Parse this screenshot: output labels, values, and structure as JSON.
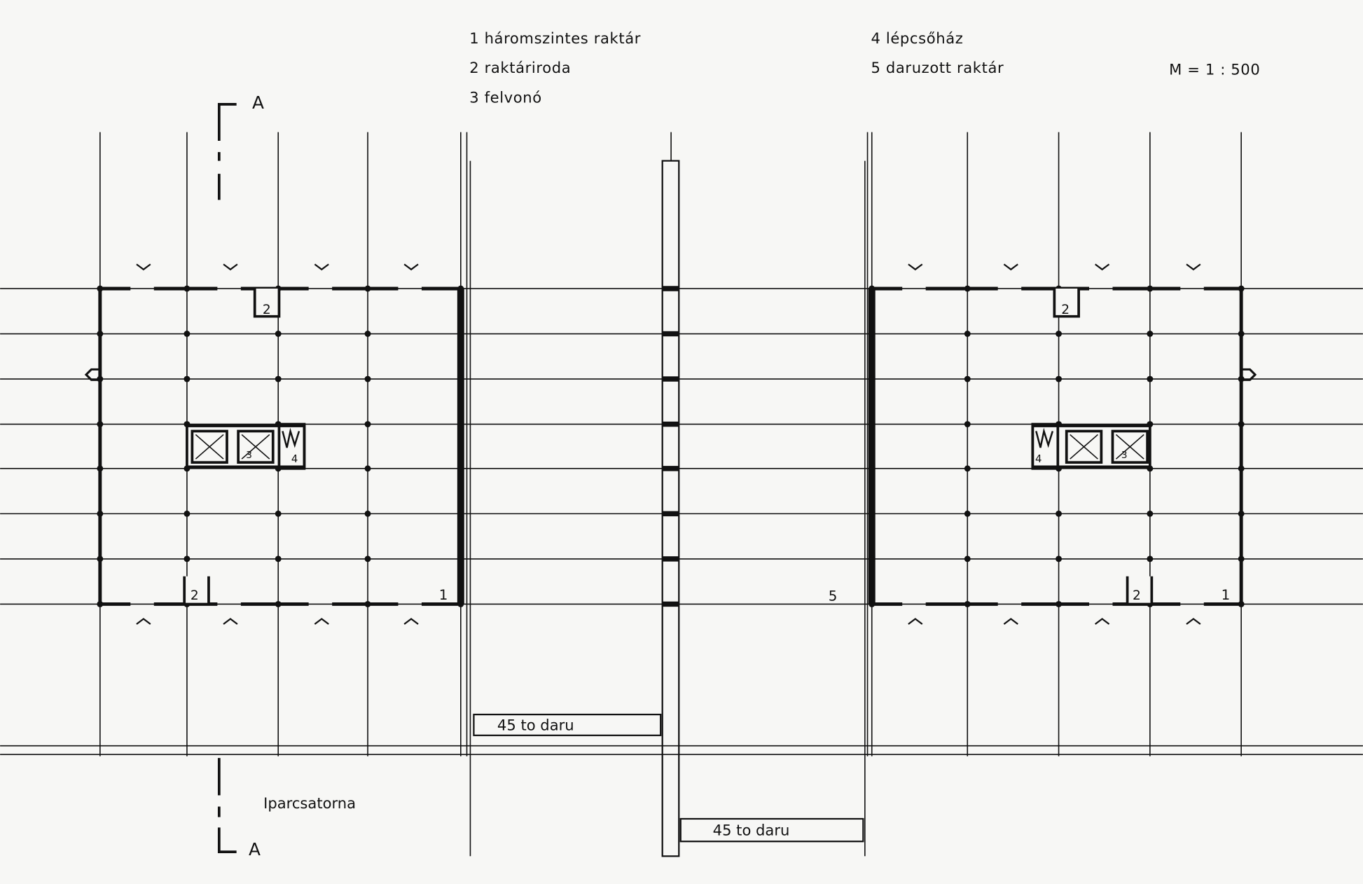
{
  "legend": [
    {
      "num": "1",
      "text": "háromszintes raktár"
    },
    {
      "num": "2",
      "text": "raktáriroda"
    },
    {
      "num": "3",
      "text": "felvonó"
    },
    {
      "num": "4",
      "text": "lépcsőház"
    },
    {
      "num": "5",
      "text": "daruzott raktár"
    }
  ],
  "scale": "M = 1 : 500",
  "section_label": "A",
  "canal_label": "Iparcsatorna",
  "crane_labels": [
    "45 to daru",
    "45 to daru"
  ],
  "plan_labels": {
    "left_building": "1",
    "crane_hall": "5",
    "right_building": "1",
    "office": "2",
    "lift": "3",
    "stair": "4"
  }
}
